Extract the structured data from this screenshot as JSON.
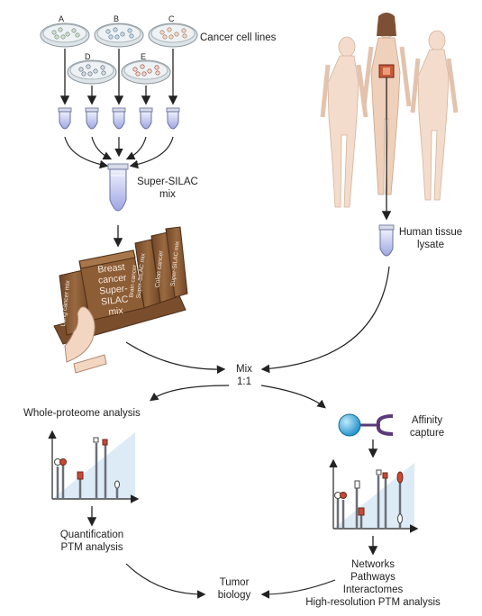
{
  "dishes": [
    "A",
    "B",
    "C",
    "D",
    "E"
  ],
  "cancer_cell_lines": "Cancer cell lines",
  "super_silac_mix": [
    "Super-SILAC",
    "mix"
  ],
  "books": {
    "breast": [
      "Breast",
      "cancer",
      "Super-",
      "SILAC",
      "mix"
    ],
    "lung": "Lung cancer mix",
    "brain": [
      "Brain cancer",
      "Super-SILAC mix"
    ],
    "colon": "Colon cancer",
    "super_mix": "Super-SILAC mix"
  },
  "human_tissue_lysate": [
    "Human tissue",
    "lysate"
  ],
  "mix_ratio": [
    "Mix",
    "1:1"
  ],
  "whole_proteome": "Whole-proteome analysis",
  "affinity_capture": [
    "Affinity",
    "capture"
  ],
  "quantification": [
    "Quantification",
    "PTM analysis"
  ],
  "tumor_biology": [
    "Tumor",
    "biology"
  ],
  "outcomes": [
    "Networks",
    "Pathways",
    "Interactomes",
    "High-resolution PTM analysis"
  ],
  "colors": {
    "dish": "#e6ecef",
    "tube": "#c8cdf0",
    "book": "#8a5a34",
    "skin": "#f0d2bd",
    "bead": "#2aa6df",
    "spectrum_bg": "#dcebf6"
  }
}
